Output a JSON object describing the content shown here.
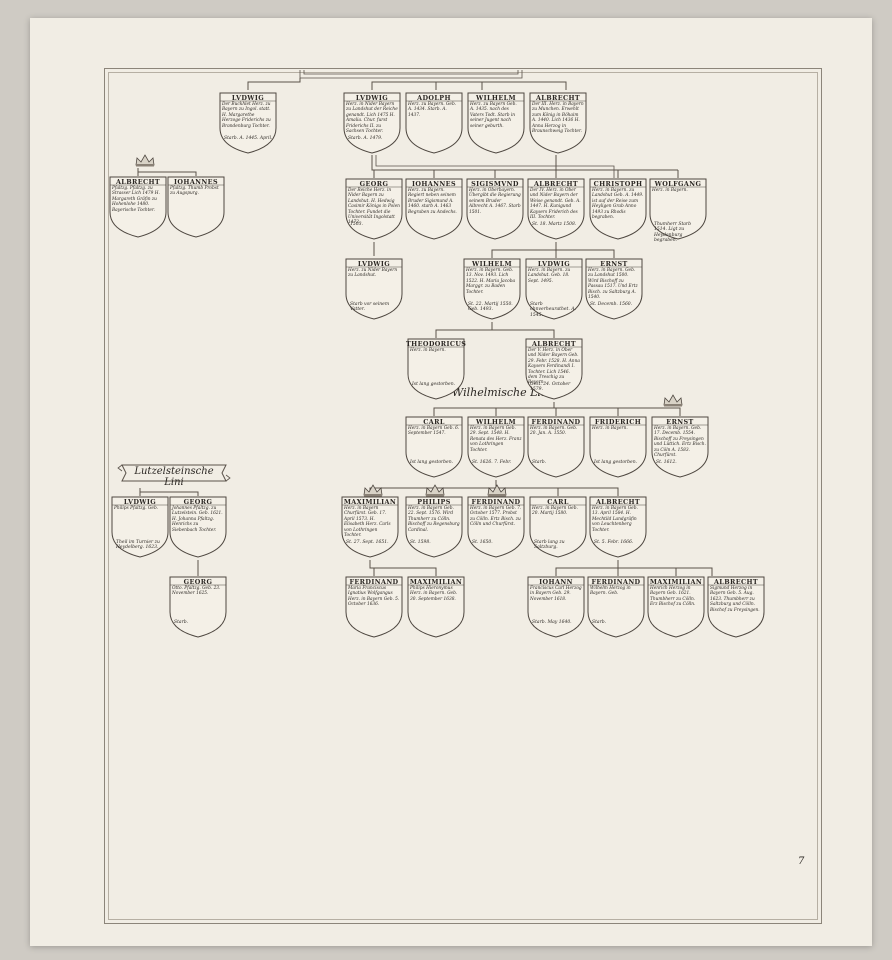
{
  "page_number": "7",
  "banner_label": "Lutzelsteinsche Lini",
  "line_label": "Wilhelmische Lini",
  "persons": [
    {
      "id": "ludwig-1",
      "name": "LVDWIG",
      "desc": "Der Buckhlet Herz. zu Bayern zu Ingol. statt. H. Margarethe Herzoge Friderichs zu Brandenburg Tochter.",
      "note": "Starb. A. 1445. April."
    },
    {
      "id": "ludwig-2",
      "name": "LVDWIG",
      "desc": "Herz. in Nider Bayern zu Landshut der Reiche genandt. Lich 1475 H. Amalia. Chur. furst Friderichs II. zu Sachsen Tochter.",
      "note": "Starb. A. 1479."
    },
    {
      "id": "adolph",
      "name": "ADOLPH",
      "desc": "Herz. zu Bayern. Geb. A. 1434. Starb. A. 1437.",
      "note": ""
    },
    {
      "id": "wilhelm-1",
      "name": "WILHELM",
      "desc": "Herz. zu Bayern Geb. A. 1435. nach des Vaters Todt. Starb in seiner Jugent nach seiner geburth.",
      "note": ""
    },
    {
      "id": "albrecht-1",
      "name": "ALBRECHT",
      "desc": "Der III. Herz. in Bayern zu Munchen. Erwehlt zum König in Böhaim A. 1440. Lich 1436 H. Anna Herzog in Braunschweig Tochter.",
      "note": ""
    },
    {
      "id": "albrecht-2",
      "name": "ALBRECHT",
      "desc": "Pfaltzg. Pfaltzg. zu Strasser Lich 1479 H. Margareth Gräfin zu Hohenlohe 1480. Bayerische Tochter.",
      "note": ""
    },
    {
      "id": "johannes-1",
      "name": "IOHANNES",
      "desc": "Pfaltzg. Thumb Probst zu Augspurg.",
      "note": ""
    },
    {
      "id": "georg-1",
      "name": "GEORG",
      "desc": "Der Reiche Herz. in Nider Bayern zu Landshut. H. Hedwig Casimir Königs in Polen Tochter. Fundet die Universität Ingolstatt 1472.",
      "note": "1503."
    },
    {
      "id": "johannes-2",
      "name": "IOHANNES",
      "desc": "Herz. zu Bayern. Regiert neben seinem Bruder Sigismund A. 1460. starb A. 1463 Begraben zu Andechs.",
      "note": ""
    },
    {
      "id": "sigismund",
      "name": "SIGISMVND",
      "desc": "Herz. in Oberbayern. Übergibt die Regierung seinem Bruder Albrecht A. 1467. Starb 1501.",
      "note": ""
    },
    {
      "id": "albrecht-3",
      "name": "ALBRECHT",
      "desc": "Der IV. Herz. in Ober und Nider Bayern der Weise genandt. Geb. A. 1447. H. Kunigund Kaysers Friderich des III. Tochter.",
      "note": "St. 18. Martz 1508."
    },
    {
      "id": "christoph",
      "name": "CHRISTOPH",
      "desc": "Herz. in Bayern. zu Landshut Geb. A. 1449. ist auf der Reise zum Heyligen Grab Anno 1493 zu Rhodis begraben.",
      "note": ""
    },
    {
      "id": "wolfgang",
      "name": "WOLFGANG",
      "desc": "Herz. in Bayern.",
      "note": "Thumherr Starb 1514. Ligt zu Heydenburg begraben."
    },
    {
      "id": "ludwig-3",
      "name": "LVDWIG",
      "desc": "Herz. zu Nider Bayern zu Landshut.",
      "note": "Starb vor seinem Vatter."
    },
    {
      "id": "wilhelm-2",
      "name": "WILHELM",
      "desc": "Herz. in Bayern. Geb. 13. Nov. 1493. Lich 1522. H. Maria Jacoba Marggr. zu Baden Tochter.",
      "note": "St. 22. Martij 1550. Geb. 1493."
    },
    {
      "id": "ludwig-4",
      "name": "LVDWIG",
      "desc": "Herz. in Bayern. zu Landshut. Geb. 18. Sept. 1495.",
      "note": "Starb ohnverheurathet. A. 1545."
    },
    {
      "id": "ernst-1",
      "name": "ERNST",
      "desc": "Herz. in Bayern. Geb. zu Landshut 1500. Wird Bischoff zu Passau 1517. Und Ertz Bisch. zu Saltzburg A. 1540.",
      "note": "St. Decemb. 1560."
    },
    {
      "id": "theodoricus",
      "name": "THEODORICUS",
      "desc": "Herz. in Bayern.",
      "note": "Ist lang gestorben."
    },
    {
      "id": "albrecht-4",
      "name": "ALBRECHT",
      "desc": "Der V. Herz. in Ober und Nider Bayern Geb. 29. Febr. 1528. H. Anna Kaysers Ferdinandi I. Tochter. Lich 1546. dem Treschig zu Bayern.",
      "note": "Gest. 24. October 1579."
    },
    {
      "id": "carl-1",
      "name": "CARL",
      "desc": "Herz. in Bayern Geb. 6. September 1547.",
      "note": "Ist lang gestorben."
    },
    {
      "id": "wilhelm-3",
      "name": "WILHELM",
      "desc": "Herz. in Bayern Geb. 29. Sept. 1548. H. Renata des Herz. Franz von Lothringen Tochter.",
      "note": "St. 1626. 7. Febr."
    },
    {
      "id": "ferdinand-1",
      "name": "FERDINAND",
      "desc": "Herz. in Bayern. Geb. 20. Jan. A. 1550.",
      "note": "Starb."
    },
    {
      "id": "friderich",
      "name": "FRIDERICH",
      "desc": "Herz. in Bayern.",
      "note": "Ist lang gestorben."
    },
    {
      "id": "ernst-2",
      "name": "ERNST",
      "desc": "Herz. in Bayern. Geb. 17. Decemb. 1554. Bischoff zu Freysingen und Lüttich. Ertz Bisch. zu Cöln A. 1583. Churfürst.",
      "note": "St. 1612."
    },
    {
      "id": "ludwig-5",
      "name": "LVDWIG",
      "desc": "Philips Pfaltzg. Geb.",
      "note": "Theil im Turnier zu Heydelberg. 1623."
    },
    {
      "id": "georg-2",
      "name": "GEORG",
      "desc": "Johannes Pfaltzg. zu Lutzelstein. Geb. 1621. H. Johanna Pfaltzg. Henrichs zu Siebenbach Tochter.",
      "note": ""
    },
    {
      "id": "georg-3",
      "name": "GEORG",
      "desc": "Otto. Pfaltzg. Geb. 23. November 1625.",
      "note": "Starb."
    },
    {
      "id": "maximilian-1",
      "name": "MAXIMILIAN",
      "desc": "Herz. in Bayern Churfürst. Geb. 17. April 1573. H. Elisabeth Herz. Carls von Lothringen Tochter.",
      "note": "St. 27. Sept. 1651."
    },
    {
      "id": "philips",
      "name": "PHILIPS",
      "desc": "Herz. in Bayern Geb. 22. Sept. 1576. Wird Thumherr zu Cölln. Bischoff zu Regensburg Cardinal.",
      "note": "St. 1598."
    },
    {
      "id": "ferdinand-2",
      "name": "FERDINAND",
      "desc": "Herz. in Bayern Geb. 7. October 1577. Probst zu Cölln. Ertz Bisch. zu Cölln und Churfürst.",
      "note": "St. 1650."
    },
    {
      "id": "carl-2",
      "name": "CARL",
      "desc": "Herz. in Bayern Geb. 20. Martij 1580.",
      "note": "Starb lang zu Saltzburg."
    },
    {
      "id": "albrecht-5",
      "name": "ALBRECHT",
      "desc": "Herz. in Bayern Geb. 13. April 1584. H. Mechtild Landgräfin von Leuchtenberg Tochter.",
      "note": "St. 5. Febr. 1666."
    },
    {
      "id": "ferdinand-3",
      "name": "FERDINAND",
      "desc": "Maria Franciscus Ignatius Wolfgangus Herz. in Bayern Geb. 5. October 1636.",
      "note": ""
    },
    {
      "id": "maximilian-2",
      "name": "MAXIMILIAN",
      "desc": "Philips Hieronymus Herz. in Bayern. Geb. 30. September 1638.",
      "note": ""
    },
    {
      "id": "johann",
      "name": "IOHANN",
      "desc": "Franciscus Carl Herzog in Bayern Geb. 29. November 1618.",
      "note": "Starb. May 1640."
    },
    {
      "id": "ferdinand-4",
      "name": "FERDINAND",
      "desc": "Wilhelm Herzog in Bayern. Geb.",
      "note": "Starb."
    },
    {
      "id": "maximilian-3",
      "name": "MAXIMILIAN",
      "desc": "Henrich Herzog in Bayern Geb. 1621. Thumbherr zu Cölln. Erz Bischof zu Cölln.",
      "note": ""
    },
    {
      "id": "albrecht-6",
      "name": "ALBRECHT",
      "desc": "Sigmund Herzog in Bayern Geb. 5. Aug. 1623. Thumbherr zu Saltzburg und Cölln. Bischof zu Freysingen.",
      "note": ""
    }
  ]
}
